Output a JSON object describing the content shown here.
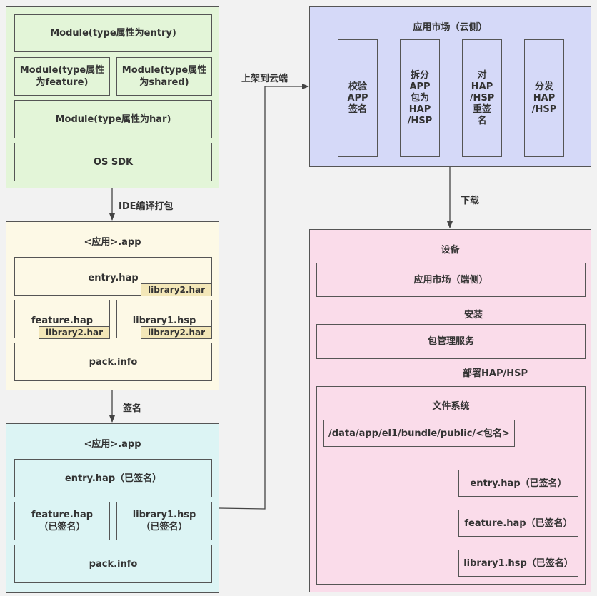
{
  "source_box": {
    "entry": "Module(type属性为entry)",
    "feature": "Module(type属性\n为feature)",
    "shared": "Module(type属性\n为shared)",
    "har": "Module(type属性为har)",
    "sdk": "OS SDK"
  },
  "arrow_compile": "IDE编译打包",
  "unsigned_app": {
    "title": "<应用>.app",
    "entry": "entry.hap",
    "entry_lib": "library2.har",
    "feature": "feature.hap",
    "feature_lib": "library2.har",
    "hsp": "library1.hsp",
    "hsp_lib": "library2.har",
    "pack": "pack.info"
  },
  "arrow_sign": "签名",
  "signed_app": {
    "title": "<应用>.app",
    "entry": "entry.hap（已签名）",
    "feature": "feature.hap\n（已签名）",
    "hsp": "library1.hsp\n（已签名）",
    "pack": "pack.info"
  },
  "arrow_upload": "上架到云端",
  "cloud": {
    "title": "应用市场（云侧）",
    "steps": [
      "校验\nAPP\n签名",
      "拆分\nAPP\n包为\nHAP\n/HSP",
      "对\nHAP\n/HSP\n重签\n名",
      "分发\nHAP\n/HSP"
    ]
  },
  "arrow_download": "下载",
  "device": {
    "title": "设备",
    "market": "应用市场（端侧）",
    "arrow_install": "安装",
    "bms": "包管理服务",
    "arrow_deploy": "部署HAP/HSP",
    "fs_title": "文件系统",
    "path": "/data/app/el1/bundle/public/<包名>",
    "files": [
      "entry.hap（已签名）",
      "feature.hap（已签名）",
      "library1.hsp（已签名）"
    ]
  }
}
